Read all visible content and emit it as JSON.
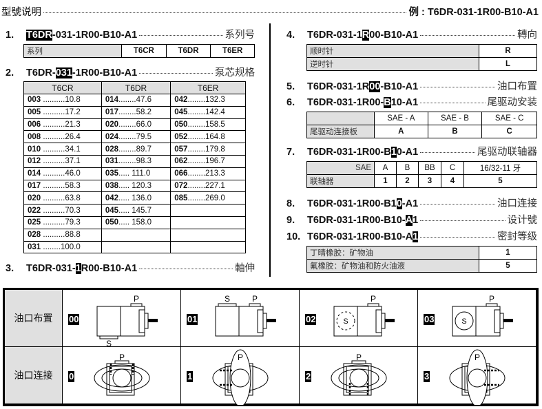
{
  "header": {
    "title": "型號说明",
    "example": "例 : T6DR-031-1R00-B10-A1"
  },
  "items": [
    {
      "n": "1.",
      "pre": "",
      "hl": "T6DR",
      "post": "-031-1R00-B10-A1",
      "label": "系列号"
    },
    {
      "n": "2.",
      "pre": "T6DR-",
      "hl": "031",
      "post": "-1R00-B10-A1",
      "label": "泵芯规格"
    },
    {
      "n": "3.",
      "pre": "T6DR-031-",
      "hl": "1",
      "post": "R00-B10-A1",
      "label": "軸伸"
    },
    {
      "n": "4.",
      "pre": "T6DR-031-1",
      "hl": "R",
      "post": "00-B10-A1",
      "label": "轉向"
    },
    {
      "n": "5.",
      "pre": "T6DR-031-1R",
      "hl": "00",
      "post": "-B10-A1",
      "label": "油口布置"
    },
    {
      "n": "6.",
      "pre": "T6DR-031-1R00-",
      "hl": "B",
      "post": "10-A1",
      "label": "尾驱动安装"
    },
    {
      "n": "7.",
      "pre": "T6DR-031-1R00-B",
      "hl": "1",
      "post": "0-A1",
      "label": "尾驱动联轴器"
    },
    {
      "n": "8.",
      "pre": "T6DR-031-1R00-B1",
      "hl": "0",
      "post": "-A1",
      "label": "油口连接"
    },
    {
      "n": "9.",
      "pre": "T6DR-031-1R00-B10-",
      "hl": "A",
      "post": "1",
      "label": "设计號"
    },
    {
      "n": "10.",
      "pre": "T6DR-031-1R00-B10-A",
      "hl": "1",
      "post": "",
      "label": "密封等级"
    }
  ],
  "series_table": {
    "label": "系列",
    "values": [
      "T6CR",
      "T6DR",
      "T6ER"
    ]
  },
  "size_table": {
    "headers": [
      "T6CR",
      "T6DR",
      "T6ER"
    ],
    "cols": [
      [
        [
          "003",
          " ..........",
          "10.8"
        ],
        [
          "005",
          " ..........",
          "17.2"
        ],
        [
          "006",
          " ..........",
          "21.3"
        ],
        [
          "008",
          " ..........",
          "26.4"
        ],
        [
          "010",
          " ..........",
          "34.1"
        ],
        [
          "012",
          " ..........",
          "37.1"
        ],
        [
          "014",
          " ..........",
          "46.0"
        ],
        [
          "017",
          " ..........",
          "58.3"
        ],
        [
          "020",
          " ..........",
          "63.8"
        ],
        [
          "022",
          " ..........",
          "70.3"
        ],
        [
          "025",
          " ..........",
          "79.3"
        ],
        [
          "028",
          " ..........",
          "88.8"
        ],
        [
          "031",
          " ........",
          "100.0"
        ]
      ],
      [
        [
          "014",
          "........",
          "47.6"
        ],
        [
          "017",
          "........",
          "58.2"
        ],
        [
          "020",
          "........",
          "66.0"
        ],
        [
          "024",
          "........",
          "79.5"
        ],
        [
          "028",
          "........",
          "89.7"
        ],
        [
          "031",
          "........",
          "98.3"
        ],
        [
          "035",
          "..... ",
          "111.0"
        ],
        [
          "038",
          "..... ",
          "120.3"
        ],
        [
          "042",
          "..... ",
          "136.0"
        ],
        [
          "045",
          "..... ",
          "145.7"
        ],
        [
          "050",
          "..... ",
          "158.0"
        ]
      ],
      [
        [
          "042",
          "........",
          "132.3"
        ],
        [
          "045",
          "........",
          "142.4"
        ],
        [
          "050",
          "........",
          "158.5"
        ],
        [
          "052",
          "........",
          "164.8"
        ],
        [
          "057",
          "........",
          "179.8"
        ],
        [
          "062",
          "........",
          "196.7"
        ],
        [
          "066",
          "........",
          "213.3"
        ],
        [
          "072",
          "........",
          "227.1"
        ],
        [
          "085",
          "........",
          "269.0"
        ]
      ]
    ]
  },
  "rotation_table": [
    [
      "顺时针",
      "R"
    ],
    [
      "逆时针",
      "L"
    ]
  ],
  "mount_table": {
    "headers": [
      "SAE - A",
      "SAE - B",
      "SAE - C"
    ],
    "row_label": "尾驱动连接板",
    "values": [
      "A",
      "B",
      "C"
    ]
  },
  "coupling_table": {
    "header_label": "SAE",
    "headers": [
      "A",
      "B",
      "BB",
      "C",
      "16/32-11 牙"
    ],
    "row_label": "联轴器",
    "values": [
      "1",
      "2",
      "3",
      "4",
      "5"
    ]
  },
  "seal_table": [
    [
      "丁晴橡胶：矿物油",
      "1"
    ],
    [
      "氟橡胶：矿物油和防火油液",
      "5"
    ]
  ],
  "ports": {
    "row1_label": "油口布置",
    "row2_label": "油口连接",
    "layouts": [
      "00",
      "01",
      "02",
      "03"
    ],
    "connections": [
      "0",
      "1",
      "2",
      "3"
    ],
    "p": "P",
    "s": "S"
  }
}
